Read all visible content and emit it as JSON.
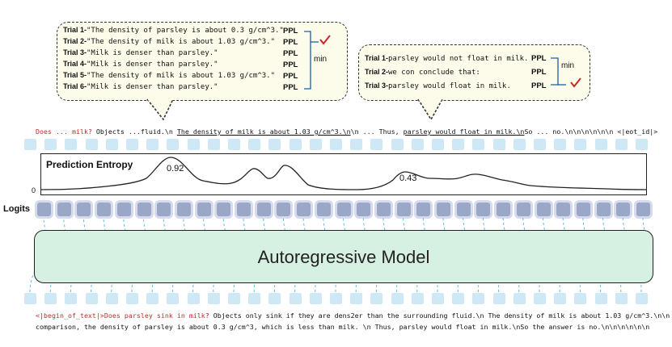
{
  "bubble_left": {
    "trials": [
      {
        "label": "Trial 1-",
        "text": "\"The density of parsley is about 0.3 g/cm^3.\"",
        "ppl": "PPL"
      },
      {
        "label": "Trial 2-",
        "text": "\"The density of milk is about 1.03 g/cm^3.\"",
        "ppl": "PPL"
      },
      {
        "label": "Trial 3-",
        "text": "\"Milk is denser than parsley.\"",
        "ppl": "PPL"
      },
      {
        "label": "Trial 4-",
        "text": "\"Milk is denser than parsley.\"",
        "ppl": "PPL"
      },
      {
        "label": "Trial 5-",
        "text": "\"The density of milk is about 1.03 g/cm^3.\"",
        "ppl": "PPL"
      },
      {
        "label": "Trial 6-",
        "text": "\"Milk is denser than parsley.\"",
        "ppl": "PPL"
      }
    ],
    "min_label": "min"
  },
  "bubble_right": {
    "trials": [
      {
        "label": "Trial 1-",
        "text": "parsley would not float in milk.",
        "ppl": "PPL"
      },
      {
        "label": "Trial 2-",
        "text": "we con conclude that:",
        "ppl": "PPL"
      },
      {
        "label": "Trial 3-",
        "text": "parsley would float in milk.",
        "ppl": "PPL"
      }
    ],
    "min_label": "min"
  },
  "output_sequence": {
    "red_prefix": "Does ... milk?",
    "mid1": " Objects ...fluid.\\n ",
    "underline1": "The density of milk is about 1.03 g/cm^3.\\n",
    "mid2": "\\n ... Thus, ",
    "underline2": "parsley would float in milk.\\n",
    "tail": "So ... no.\\n\\n\\n\\n\\n\\n <|eot_id|>"
  },
  "entropy": {
    "title": "Prediction Entropy",
    "zero_label": "0",
    "peak1_label": "0.92",
    "peak2_label": "0.43"
  },
  "logits_label": "Logits",
  "model_label": "Autoregressive Model",
  "input_sequence": {
    "red_prefix": "<|begin_of_text|>Does parsley sink in milk?",
    "line1_rest": " Objects only sink if they are dens2er than the surrounding fluid.\\n The density of milk is about 1.03 g/cm^3.\\n\\n",
    "line2": "comparison, the density of parsley is about 0.3 g/cm^3, which is less than milk. \\n Thus, parsley would float in milk.\\nSo the answer is no.\\n\\n\\n\\n\\n\\n"
  },
  "colors": {
    "token": "#cfe8f5",
    "logit": "#9aa7c7",
    "model_fill": "#d6f0e2",
    "bubble_fill": "#fdfbe9",
    "highlight_red": "#c62828",
    "dash_line": "#5bbde0"
  }
}
